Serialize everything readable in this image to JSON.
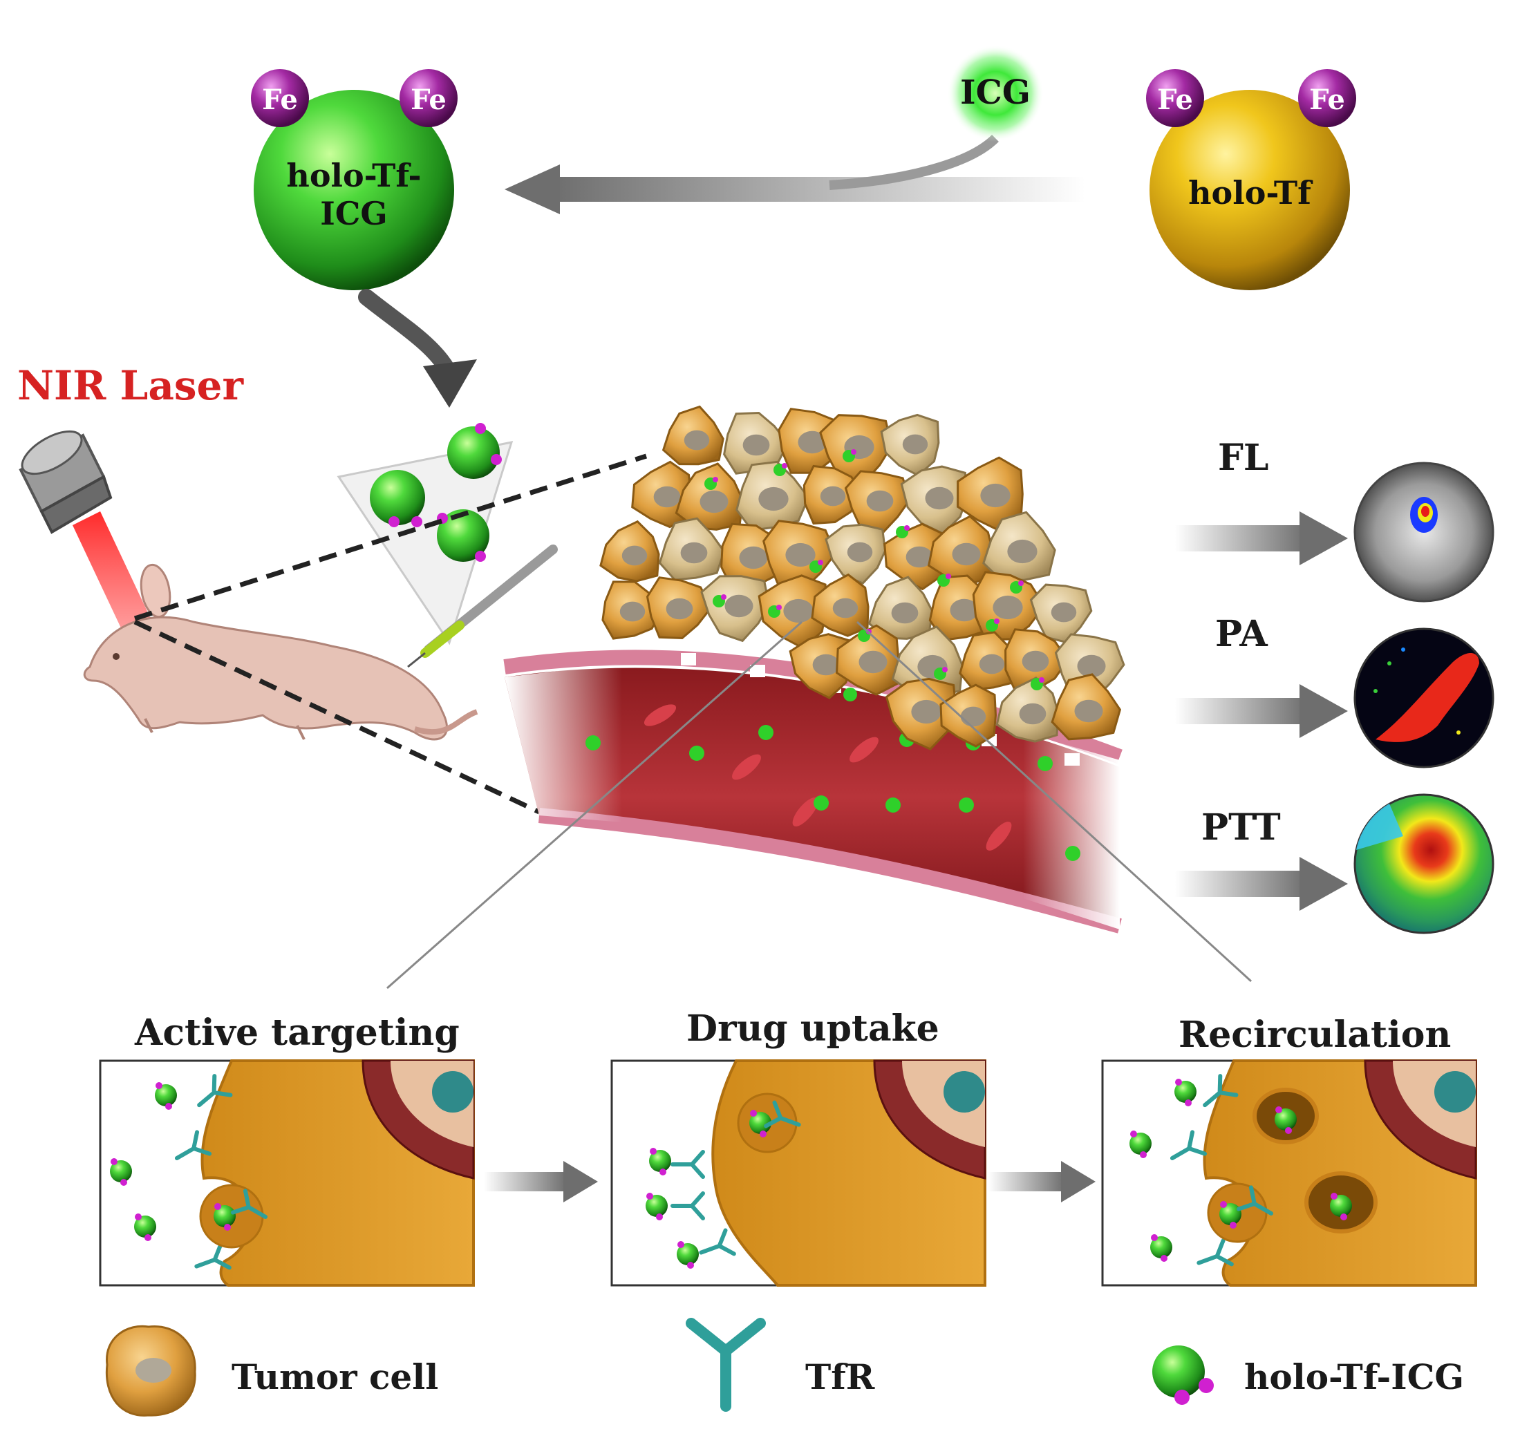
{
  "colors": {
    "holo_tf_icg": "#2fb52a",
    "holo_tf": "#d9a80a",
    "fe": "#8e1a8e",
    "icg_glow": "#3fe83a",
    "laser_label": "#d62222",
    "tumor": "#e0a040",
    "vessel": "#a8262a",
    "tfr": "#2f9f9a",
    "arrow": "#7a7a7a"
  },
  "synthesis": {
    "holo_tf_icg_line1": "holo-Tf-",
    "holo_tf_icg_line2": "ICG",
    "holo_tf": "holo-Tf",
    "icg": "ICG",
    "fe": "Fe"
  },
  "laser_label": "NIR Laser",
  "imaging": {
    "fl": "FL",
    "pa": "PA",
    "ptt": "PTT"
  },
  "steps": {
    "active_targeting": "Active targeting",
    "drug_uptake": "Drug uptake",
    "recirculation": "Recirculation"
  },
  "legend": {
    "tumor_cell": "Tumor cell",
    "tfr": "TfR",
    "holo_tf_icg": "holo-Tf-ICG"
  },
  "icons": [
    "laser-head-icon",
    "mouse-icon",
    "syringe-icon",
    "tumor-cell-icon",
    "tfr-receptor-icon",
    "nanoparticle-icon"
  ]
}
